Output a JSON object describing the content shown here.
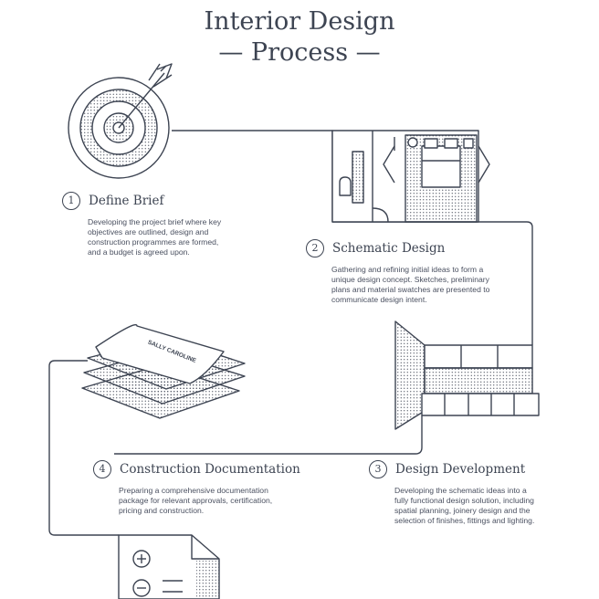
{
  "header": {
    "title_line1": "Interior Design",
    "title_line2": "— Process —"
  },
  "steps": [
    {
      "number": "1",
      "title": "Define Brief",
      "lines": [
        "Developing the project brief where key",
        "objectives are outlined, design and",
        "construction programmes are formed,",
        "and a budget is agreed upon."
      ]
    },
    {
      "number": "2",
      "title": "Schematic Design",
      "lines": [
        "Gathering and refining initial ideas to form a",
        "unique design concept. Sketches, preliminary",
        "plans and material swatches are presented to",
        "communicate design intent."
      ]
    },
    {
      "number": "3",
      "title": "Design Development",
      "lines": [
        "Developing the schematic ideas into a",
        "fully functional design solution, including",
        "spatial planning, joinery design and the",
        "selection of finishes, fittings and lighting."
      ]
    },
    {
      "number": "4",
      "title": "Construction Documentation",
      "lines": [
        "Preparing a comprehensive documentation",
        "package for relevant approvals, certification,",
        "pricing and construction."
      ]
    }
  ],
  "illustrations": {
    "target_icon": "target-arrow-icon",
    "floorplan_icon": "floor-plan-icon",
    "joinery_icon": "joinery-elevation-icon",
    "documents_icon": "document-stack-icon",
    "calculator_icon": "calculator-document-icon",
    "document_stamp": "SALLY CAROLINE"
  },
  "colors": {
    "ink": "#3d4452",
    "background": "#ffffff"
  }
}
